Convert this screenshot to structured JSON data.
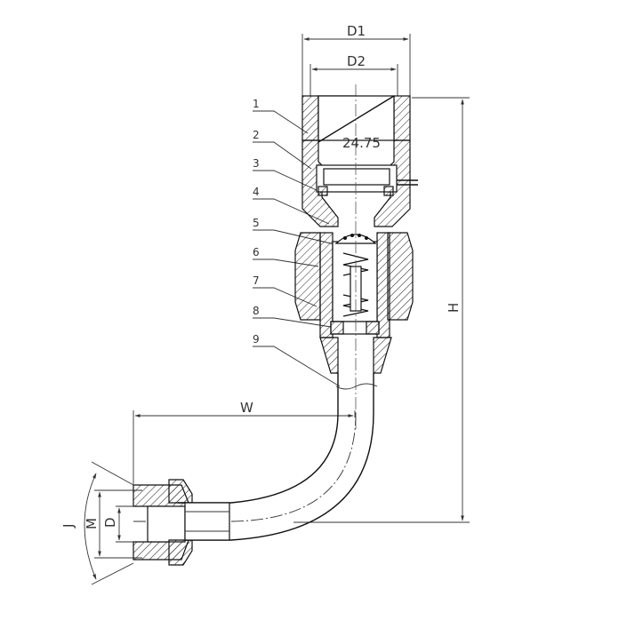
{
  "part_numbers": [
    "1",
    "2",
    "3",
    "4",
    "5",
    "6",
    "7",
    "8",
    "9"
  ],
  "dimensions": {
    "d1": "D1",
    "d2": "D2",
    "value": "24.75",
    "h": "H",
    "w": "W",
    "j": "J",
    "m": "M",
    "d": "D"
  }
}
